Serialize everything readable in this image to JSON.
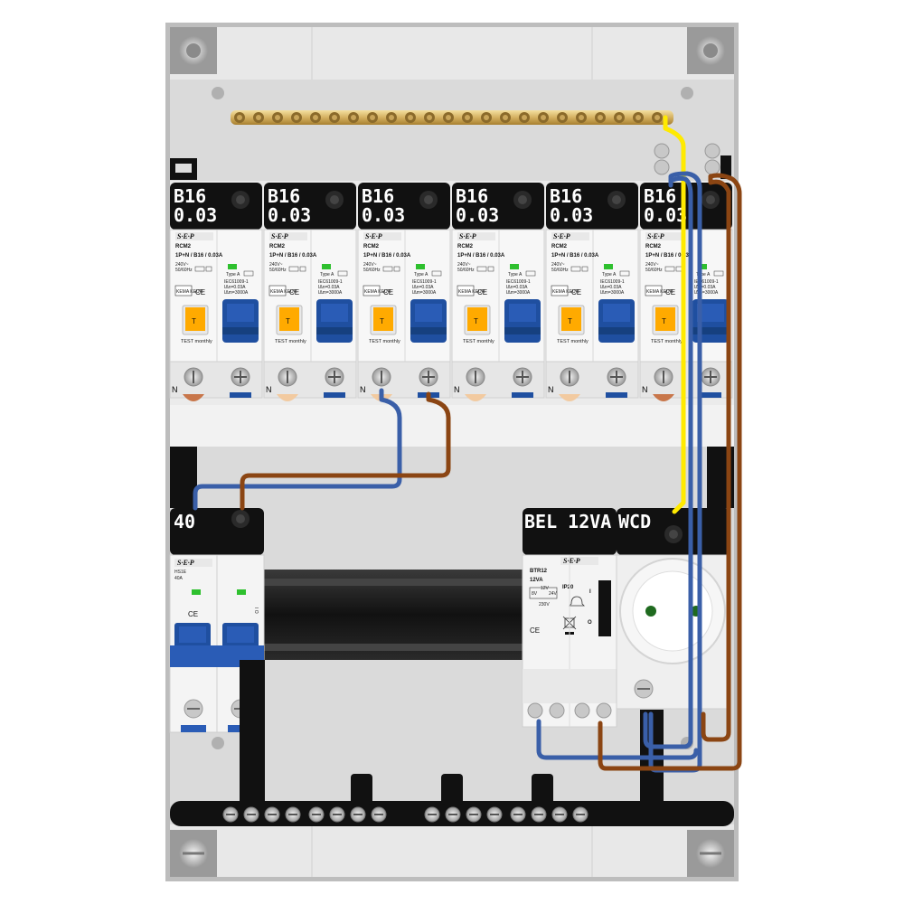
{
  "rcbos": [
    {
      "rating": "B16",
      "sensitivity": "0.03",
      "brand": "S·E·P",
      "model": "RCM2",
      "spec": "1P+N / B16 / 0.03A",
      "voltage": "240V~",
      "freq": "50/60Hz",
      "type": "Type A",
      "standard": "IEC61009-1",
      "idn": "IΔn=0.03A",
      "idm": "IΔm=3000A",
      "mark": "KEMA KEUR",
      "ce": "CE",
      "test": "TEST monthly",
      "n": "N",
      "t": "T"
    },
    {
      "rating": "B16",
      "sensitivity": "0.03",
      "brand": "S·E·P",
      "model": "RCM2",
      "spec": "1P+N / B16 / 0.03A",
      "voltage": "240V~",
      "freq": "50/60Hz",
      "type": "Type A",
      "standard": "IEC61009-1",
      "idn": "IΔn=0.03A",
      "idm": "IΔm=3000A",
      "mark": "KEMA KEUR",
      "ce": "CE",
      "test": "TEST monthly",
      "n": "N",
      "t": "T"
    },
    {
      "rating": "B16",
      "sensitivity": "0.03",
      "brand": "S·E·P",
      "model": "RCM2",
      "spec": "1P+N / B16 / 0.03A",
      "voltage": "240V~",
      "freq": "50/60Hz",
      "type": "Type A",
      "standard": "IEC61009-1",
      "idn": "IΔn=0.03A",
      "idm": "IΔm=3000A",
      "mark": "KEMA KEUR",
      "ce": "CE",
      "test": "TEST monthly",
      "n": "N",
      "t": "T"
    },
    {
      "rating": "B16",
      "sensitivity": "0.03",
      "brand": "S·E·P",
      "model": "RCM2",
      "spec": "1P+N / B16 / 0.03A",
      "voltage": "240V~",
      "freq": "50/60Hz",
      "type": "Type A",
      "standard": "IEC61009-1",
      "idn": "IΔn=0.03A",
      "idm": "IΔm=3000A",
      "mark": "KEMA KEUR",
      "ce": "CE",
      "test": "TEST monthly",
      "n": "N",
      "t": "T"
    },
    {
      "rating": "B16",
      "sensitivity": "0.03",
      "brand": "S·E·P",
      "model": "RCM2",
      "spec": "1P+N / B16 / 0.03A",
      "voltage": "240V~",
      "freq": "50/60Hz",
      "type": "Type A",
      "standard": "IEC61009-1",
      "idn": "IΔn=0.03A",
      "idm": "IΔm=3000A",
      "mark": "KEMA KEUR",
      "ce": "CE",
      "test": "TEST monthly",
      "n": "N",
      "t": "T"
    },
    {
      "rating": "B16",
      "sensitivity": "0.03",
      "brand": "S·E·P",
      "model": "RCM2",
      "spec": "1P+N / B16 / 0.03A",
      "voltage": "240V~",
      "freq": "50/60Hz",
      "type": "Type A",
      "standard": "IEC61009-1",
      "idn": "IΔn=0.03A",
      "idm": "IΔm=3000A",
      "mark": "KEMA KEUR",
      "ce": "CE",
      "test": "TEST monthly",
      "n": "N",
      "t": "T"
    }
  ],
  "main_switch": {
    "label": "40",
    "brand": "S·E·P",
    "model": "HS1E",
    "rating": "40A",
    "ce": "CE",
    "scale": "I O"
  },
  "bell_transformer": {
    "label": "BEL 12VA",
    "brand": "S·E·P",
    "model": "BTR12",
    "power": "12VA",
    "ip": "IP20",
    "ce": "CE",
    "volts": [
      "8V",
      "12V",
      "24V"
    ],
    "load": "230V",
    "on": "I",
    "off": "O"
  },
  "socket": {
    "label": "WCD"
  },
  "wire_colors": {
    "phase": "#8B4513",
    "neutral": "#3a5fa8",
    "earth": "#ffea00"
  }
}
